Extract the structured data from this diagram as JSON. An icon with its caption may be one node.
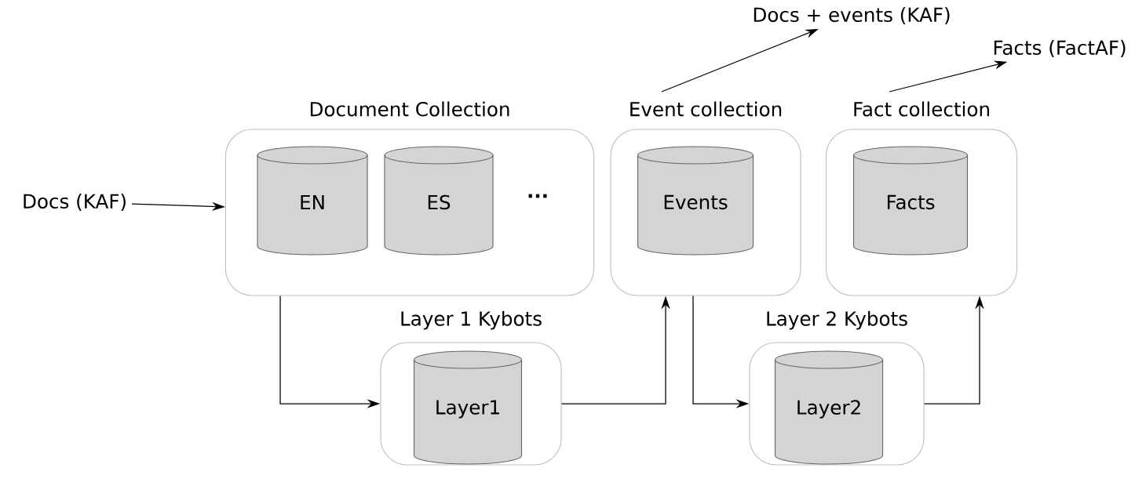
{
  "diagram": {
    "nodes": [
      {
        "text": [
          "Document Collection"
        ]
      },
      {
        "text": [
          "EN"
        ],
        "in": 0
      },
      {
        "text": [
          "ES"
        ],
        "in": 0
      },
      {
        "text": [
          "Event collection"
        ]
      },
      {
        "text": [
          "Events"
        ],
        "in": 3
      },
      {
        "text": [
          "Fact collection"
        ]
      },
      {
        "text": [
          "Facts"
        ],
        "in": 5
      },
      {
        "text": [
          "Layer 1 Kybots"
        ]
      },
      {
        "text": [
          "Layer1"
        ],
        "in": 7
      },
      {
        "text": [
          "Layer 2 Kybots"
        ]
      },
      {
        "text": [
          "Layer2"
        ],
        "in": 9
      },
      {
        "text": [
          "Docs (KAF)"
        ]
      },
      {
        "text": [
          "Docs + events (KAF)"
        ]
      },
      {
        "text": [
          "Facts (FactAF)"
        ]
      }
    ],
    "edges": [
      {
        "from": 11,
        "to": 0,
        "arrow": "to"
      },
      {
        "from": 0,
        "to": 7,
        "arrow": "to"
      },
      {
        "from": 7,
        "to": 3,
        "arrow": "to"
      },
      {
        "from": 3,
        "to": 9,
        "arrow": "to"
      },
      {
        "from": 9,
        "to": 5,
        "arrow": "to"
      },
      {
        "from": 3,
        "to": 12,
        "arrow": "to"
      },
      {
        "from": 5,
        "to": 13,
        "arrow": "to"
      }
    ],
    "labels": [
      "..."
    ]
  }
}
